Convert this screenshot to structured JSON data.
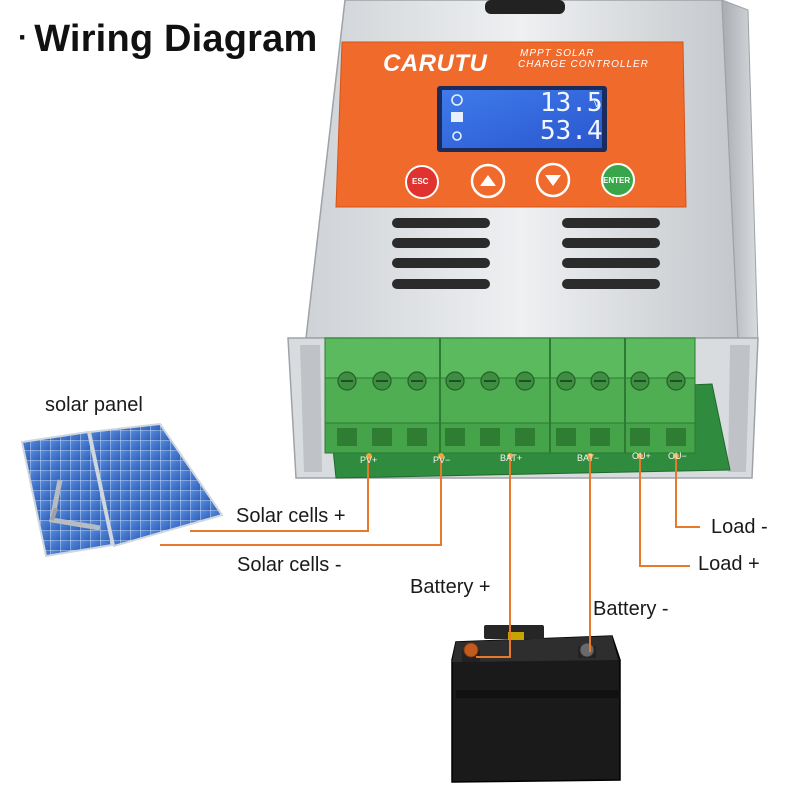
{
  "title": "Wiring Diagram",
  "brand": "CARUTU",
  "product_line1": "MPPT SOLAR",
  "product_line2": "CHARGE CONTROLLER",
  "display": {
    "value_top": "13.5",
    "value_bottom": "53.4",
    "unit": "V"
  },
  "buttons": {
    "esc": "ESC",
    "enter": "ENTER"
  },
  "terminals": [
    "PV+",
    "PV−",
    "BAT+",
    "BAT−",
    "OU+",
    "OU−"
  ],
  "labels": {
    "solar_panel": "solar panel",
    "solar_plus": "Solar cells +",
    "solar_minus": "Solar cells -",
    "battery_plus": "Battery +",
    "battery_minus": "Battery -",
    "load_minus": "Load -",
    "load_plus": "Load +"
  },
  "colors": {
    "wire": "#e8782a",
    "panel_orange": "#f06a2c",
    "terminal_green": "#4fae52",
    "pcb_green": "#2f8c3e"
  }
}
